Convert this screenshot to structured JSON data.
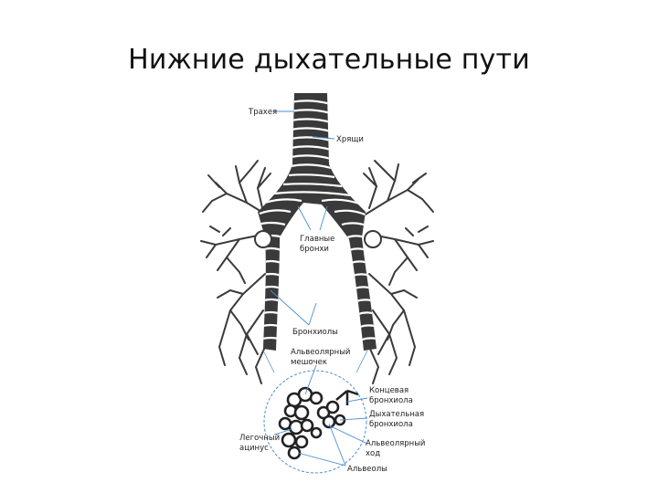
{
  "slide": {
    "title": "Нижние дыхательные пути"
  },
  "diagram": {
    "labels": {
      "trachea": "Трахея",
      "cartilage_rings": "Хрящи",
      "main_bronchi": [
        "Главные",
        "бронхи"
      ],
      "bronchioles": "Бронхиолы",
      "alveolar_sac": [
        "Альвеолярный",
        "мешочек"
      ],
      "terminal_bronchiole": [
        "Концевая",
        "бронхиола"
      ],
      "respiratory_bronchiole": [
        "Дыхательная",
        "бронхиола"
      ],
      "pulmonary_acinus": [
        "Легочный",
        "ацинус"
      ],
      "alveolar_duct": [
        "Альвеолярный",
        "ход"
      ],
      "alveoli": "Альвеолы"
    },
    "colors": {
      "airway": "#3a3a3a",
      "stripes": "#ffffff",
      "callout": "#4a8fd0",
      "text": "#222222"
    }
  }
}
